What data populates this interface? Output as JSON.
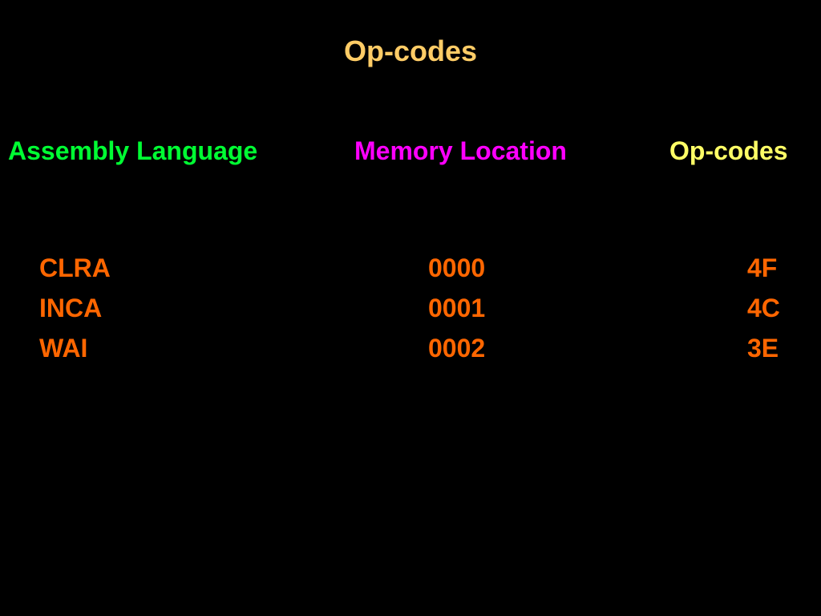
{
  "title": "Op-codes",
  "headers": {
    "assembly": "Assembly Language",
    "memory": "Memory Location",
    "opcodes": "Op-codes"
  },
  "rows": [
    {
      "instruction": "CLRA",
      "memory": "0000",
      "opcode": "4F"
    },
    {
      "instruction": "INCA",
      "memory": "0001",
      "opcode": "4C"
    },
    {
      "instruction": "WAI",
      "memory": "0002",
      "opcode": "3E"
    }
  ],
  "colors": {
    "background": "#000000",
    "title": "#FFCC66",
    "assembly_header": "#00FF33",
    "memory_header": "#FF00FF",
    "opcodes_header": "#FFFF66",
    "row_text": "#FF6600"
  }
}
